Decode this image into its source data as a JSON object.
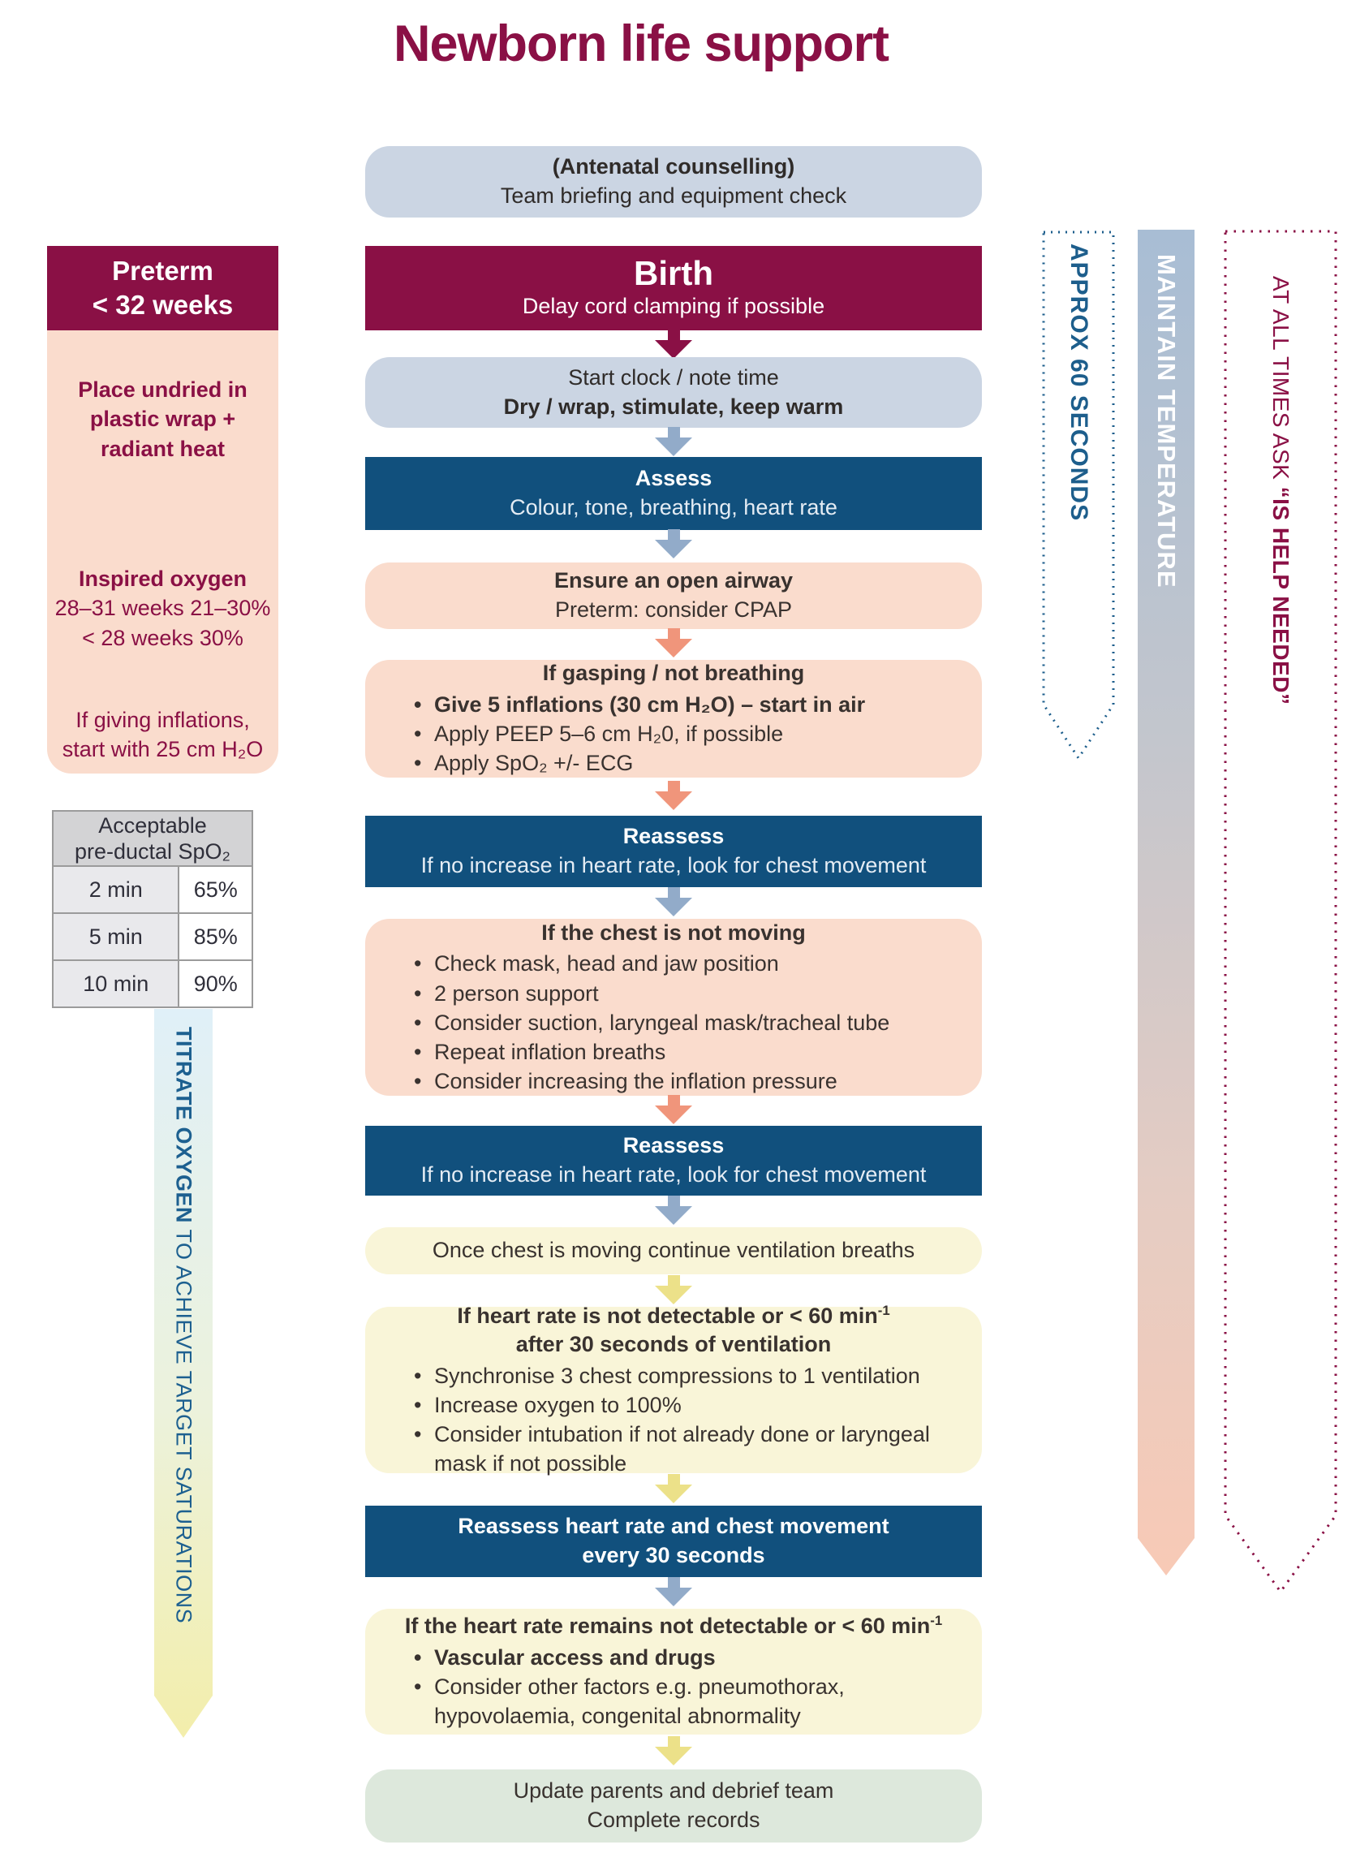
{
  "title": "Newborn life support",
  "palette": {
    "maroon": "#8a1045",
    "dark_blue": "#11507d",
    "light_blue_box": "#cbd5e3",
    "pink_box": "#fadccd",
    "yellow_box": "#f9f5d8",
    "green_box": "#dde8dc",
    "arrow_blue": "#92abc9",
    "arrow_salmon": "#f0957b",
    "arrow_yellow": "#ece189",
    "table_header_gray": "#d3d3d5"
  },
  "left_panel": {
    "header_line1": "Preterm",
    "header_line2": "< 32 weeks",
    "wrap_line1": "Place undried in",
    "wrap_line2": "plastic wrap +",
    "wrap_line3": "radiant heat",
    "oxygen_heading": "Inspired oxygen",
    "oxygen_line1": "28–31 weeks 21–30%",
    "oxygen_line2": "< 28 weeks 30%",
    "inflations_line1": "If giving inflations,",
    "inflations_line2": "start with 25 cm H₂O"
  },
  "spo2_table": {
    "header_line1": "Acceptable",
    "header_line2": "pre-ductal SpO₂",
    "rows": [
      {
        "time": "2 min",
        "value": "65%"
      },
      {
        "time": "5 min",
        "value": "85%"
      },
      {
        "time": "10 min",
        "value": "90%"
      }
    ]
  },
  "titrate_arrow": {
    "bold": "TITRATE OXYGEN",
    "rest": " TO ACHIEVE TARGET SATURATIONS"
  },
  "side_arrows": {
    "approx": "APPROX 60 SECONDS",
    "maintain": "MAINTAIN TEMPERATURE",
    "ask_prefix": "AT ALL TIMES ASK ",
    "ask_bold": "“IS HELP NEEDED”"
  },
  "flow": {
    "antenatal": {
      "line1": "(Antenatal counselling)",
      "line2": "Team briefing and equipment check"
    },
    "birth": {
      "title": "Birth",
      "subtitle": "Delay cord clamping if possible"
    },
    "start_clock": {
      "line1": "Start clock / note time",
      "line2": "Dry / wrap, stimulate, keep warm"
    },
    "assess": {
      "title": "Assess",
      "subtitle": "Colour, tone, breathing, heart rate"
    },
    "open_airway": {
      "title": "Ensure an open airway",
      "subtitle": "Preterm: consider CPAP"
    },
    "gasping": {
      "title": "If gasping / not breathing",
      "bullets": [
        "Give 5 inflations (30 cm H₂O) – start in air",
        "Apply PEEP 5–6 cm H₂0, if possible",
        "Apply SpO₂ +/- ECG"
      ]
    },
    "reassess1": {
      "title": "Reassess",
      "subtitle": "If no increase in heart rate, look for chest movement"
    },
    "chest_not_moving": {
      "title": "If the chest is not moving",
      "bullets": [
        "Check mask, head and jaw position",
        "2 person support",
        "Consider suction, laryngeal mask/tracheal tube",
        "Repeat inflation breaths",
        "Consider increasing the inflation pressure"
      ]
    },
    "reassess2": {
      "title": "Reassess",
      "subtitle": "If no increase in heart rate, look for chest movement"
    },
    "once_chest": {
      "text": "Once chest is moving continue ventilation breaths"
    },
    "hr_not_detectable": {
      "title1": "If heart rate is not detectable or < 60 min",
      "title1_sup": "-1",
      "title2": "after 30 seconds of ventilation",
      "bullets": [
        "Synchronise 3 chest compressions to 1 ventilation",
        "Increase oxygen to 100%",
        "Consider intubation if not already done or laryngeal mask if not possible"
      ]
    },
    "reassess_30": {
      "line1": "Reassess heart rate and chest movement",
      "line2": "every 30 seconds"
    },
    "hr_remains": {
      "title": "If the heart rate remains not detectable or < 60 min",
      "title_sup": "-1",
      "bullets": [
        "Vascular access and drugs",
        "Consider other factors e.g. pneumothorax, hypovolaemia, congenital abnormality"
      ]
    },
    "update_parents": {
      "line1": "Update parents and debrief team",
      "line2": "Complete records"
    }
  }
}
